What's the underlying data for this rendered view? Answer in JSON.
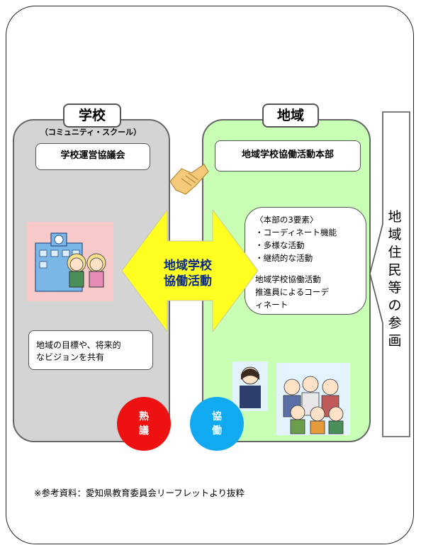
{
  "school": {
    "title": "学校",
    "subtitle": "（コミュニティ・スクール）",
    "council": "学校運営協議会",
    "goal_line1": "地域の目標や、将来的",
    "goal_line2": "なビジョンを共有",
    "circle_line1": "熟",
    "circle_line2": "議"
  },
  "region": {
    "title": "地域",
    "hq": "地域学校協働活動本部",
    "elements_heading": "〈本部の3要素〉",
    "elements": [
      "・コーディネート機能",
      "・多様な活動",
      "・継続的な活動"
    ],
    "promoter_line1": "地域学校協働活動",
    "promoter_line2": "推進員によるコーデ",
    "promoter_line3": "ィネート",
    "circle_line1": "協",
    "circle_line2": "働"
  },
  "center": {
    "line1": "地域学校",
    "line2": "協働活動"
  },
  "resident": {
    "chars": [
      "地",
      "域",
      "住",
      "民",
      "等",
      "の",
      "参",
      "画"
    ]
  },
  "source": "※参考資料：愛知県教育委員会リーフレットより抜粋",
  "icons": [
    "handshake-icon",
    "school-building-icon",
    "children-icon",
    "teacher-icon",
    "community-people-icon"
  ],
  "colors": {
    "school_panel": "#d4d4d4",
    "region_panel": "#c8ffb4",
    "arrow": "#ffff22",
    "jukugi_circle": "#ee1111",
    "kyodo_circle": "#11aaf0"
  }
}
